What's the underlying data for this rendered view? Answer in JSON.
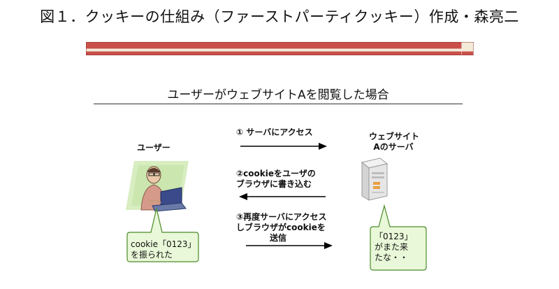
{
  "figure_title": "図１．クッキーの仕組み（ファーストパーティクッキー）作成・森亮二",
  "slide": {
    "heading": "ユーザーがウェブサイトAを閲覧した場合",
    "bar_colors": {
      "red": "#c9504a",
      "cream": "#f4ead8",
      "edge": "#8a2f2a"
    }
  },
  "user_label": "ユーザー",
  "server_label": [
    "ウェブサイト",
    "Aのサーバ"
  ],
  "steps": [
    {
      "lines": [
        "① サーバにアクセス"
      ],
      "direction": "right"
    },
    {
      "lines": [
        "②cookieをユーザの",
        "ブラウザに書き込む"
      ],
      "direction": "left"
    },
    {
      "lines": [
        "③再度サーバにアクセス",
        "しブラウザがcookieを",
        "送信"
      ],
      "direction": "right"
    }
  ],
  "user_bubble": [
    "cookie「0123」",
    "を振られた"
  ],
  "server_bubble": [
    "「0123」",
    "がまた来",
    "たな・・"
  ],
  "colors": {
    "bubble_fill": "#e9f8d8",
    "bubble_stroke": "#4a8a2a",
    "accent_orange": "#e8a040"
  }
}
